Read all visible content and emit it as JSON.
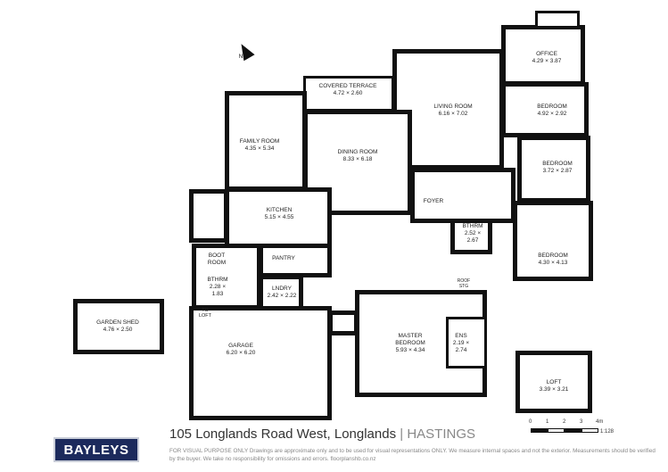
{
  "rooms": {
    "office": {
      "name": "OFFICE",
      "dims": "4.29 × 3.87"
    },
    "covered_terrace": {
      "name": "COVERED TERRACE",
      "dims": "4.72 × 2.60"
    },
    "living_room": {
      "name": "LIVING ROOM",
      "dims": "6.16 × 7.02"
    },
    "bedroom_1": {
      "name": "BEDROOM",
      "dims": "4.92 × 2.92"
    },
    "family_room": {
      "name": "FAMILY ROOM",
      "dims": "4.35 × 5.34"
    },
    "dining_room": {
      "name": "DINING ROOM",
      "dims": "8.33 × 6.18"
    },
    "bedroom_2": {
      "name": "BEDROOM",
      "dims": "3.72 × 2.87"
    },
    "kitchen": {
      "name": "KITCHEN",
      "dims": "5.15 × 4.55"
    },
    "foyer": {
      "name": "FOYER"
    },
    "bthrm_1": {
      "name": "BTHRM",
      "dims": "2.52 ×",
      "dims2": "2.67"
    },
    "bedroom_3": {
      "name": "BEDROOM",
      "dims": "4.30 × 4.13"
    },
    "boot_room": {
      "name": "BOOT",
      "name2": "ROOM"
    },
    "pantry": {
      "name": "PANTRY"
    },
    "bthrm_2": {
      "name": "BTHRM",
      "dims": "2.28 ×",
      "dims2": "1.83"
    },
    "laundry": {
      "name": "LNDRY",
      "dims": "2.42 × 2.22"
    },
    "to_loft": {
      "name": "TO",
      "name2": "LOFT"
    },
    "roof_storage": {
      "name": "ROOF",
      "name2": "STG"
    },
    "garden_shed": {
      "name": "GARDEN SHED",
      "dims": "4.76 × 2.50"
    },
    "garage": {
      "name": "GARAGE",
      "dims": "6.20 × 6.20"
    },
    "master_bedroom": {
      "name": "MASTER",
      "name2": "BEDROOM",
      "dims": "5.93 × 4.34"
    },
    "ensuite": {
      "name": "ENS",
      "dims": "2.19 ×",
      "dims2": "2.74"
    },
    "loft": {
      "name": "LOFT",
      "dims": "3.39 × 3.21"
    }
  },
  "compass": {
    "label": "N"
  },
  "footer": {
    "logo": "BAYLEYS",
    "address": "105 Longlands Road West, Longlands",
    "separator": "|",
    "city": "HASTINGS",
    "disclaimer": "FOR VISUAL PURPOSE ONLY Drawings are approximate only and to be used for visual representations ONLY. We measure internal spaces and not the exterior. Measurements should be verified by the buyer. We take no responsibility for omissions and errors. floorplanshb.co.nz"
  },
  "scale": {
    "ticks": [
      "0",
      "1",
      "2",
      "3",
      "4m"
    ],
    "ratio": "1:128"
  }
}
